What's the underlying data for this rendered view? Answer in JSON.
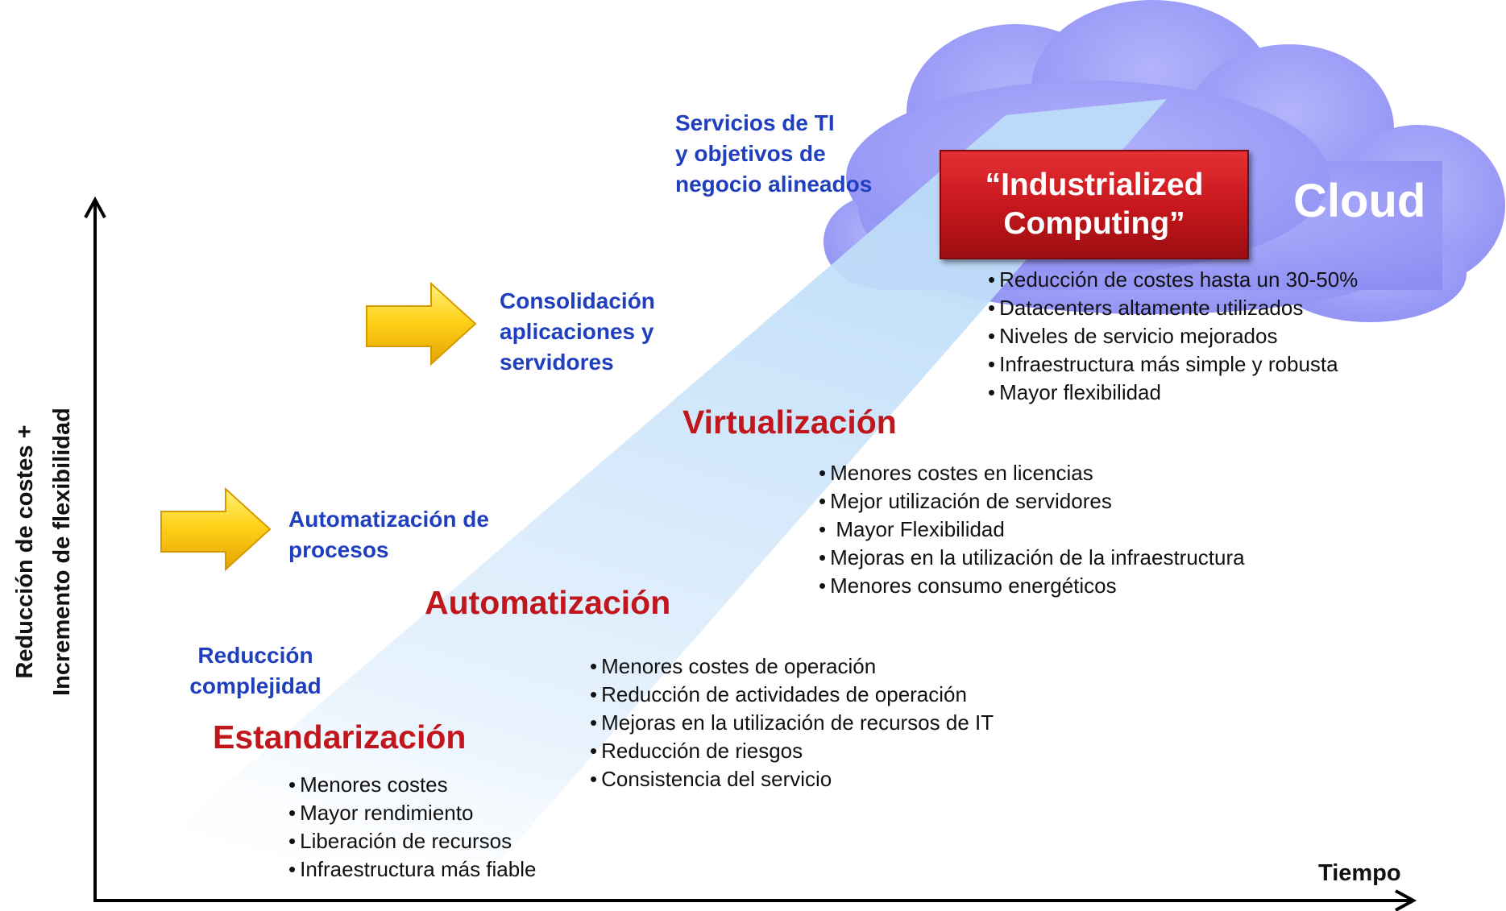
{
  "axes": {
    "y_label_line1": "Reducción de costes +",
    "y_label_line2": "Incremento de flexibilidad",
    "x_label": "Tiempo"
  },
  "cloud": {
    "label": "Cloud",
    "color": "#9b9cf7"
  },
  "industrialized": {
    "line1": "“Industrialized",
    "line2": "Computing”",
    "color": "#c4161c"
  },
  "annotations": {
    "servicios": [
      "Servicios de TI",
      "y objetivos de",
      "negocio alineados"
    ],
    "consolidacion": [
      "Consolidación",
      "aplicaciones y",
      "servidores"
    ],
    "automatizacion_procesos": [
      "Automatización de",
      "procesos"
    ],
    "reduccion": [
      "Reducción",
      "complejidad"
    ]
  },
  "stages": [
    {
      "title": "Estandarización",
      "bullets": [
        "Menores costes",
        "Mayor rendimiento",
        "Liberación de recursos",
        "Infraestructura más fiable"
      ]
    },
    {
      "title": "Automatización",
      "bullets": [
        "Menores costes de operación",
        "Reducción de actividades de operación",
        "Mejoras en la utilización de recursos de IT",
        "Reducción de riesgos",
        "Consistencia del servicio"
      ]
    },
    {
      "title": "Virtualización",
      "bullets": [
        "Menores costes en licencias",
        "Mejor utilización de servidores",
        " Mayor Flexibilidad",
        "Mejoras en la utilización de la infraestructura",
        "Menores consumo energéticos"
      ]
    },
    {
      "title": "Industrialized Computing",
      "bullets": [
        "Reducción de costes hasta un 30-50%",
        "Datacenters altamente utilizados",
        "Niveles de servicio mejorados",
        "Infraestructura más simple y robusta",
        "Mayor flexibilidad"
      ]
    }
  ],
  "colors": {
    "blue_text": "#1f3fbf",
    "red_text": "#c0161c",
    "band": "#cfe6fb",
    "arrow_yellow": "#ffc800"
  }
}
